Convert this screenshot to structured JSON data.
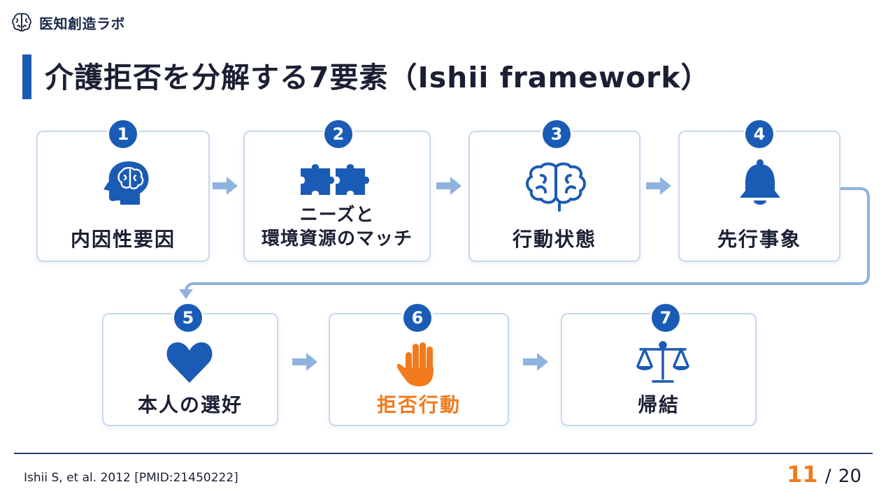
{
  "brand": {
    "name": "医知創造ラボ",
    "icon": "brain-icon"
  },
  "title": "介護拒否を分解する7要素（Ishii framework）",
  "colors": {
    "primary": "#1a5bb5",
    "accent": "#f07a1c",
    "border": "#c7d8ee",
    "arrow": "#8fb3df"
  },
  "steps": [
    {
      "num": "1",
      "label": "内因性要因",
      "icon": "head-brain-icon"
    },
    {
      "num": "2",
      "label_line1": "ニーズと",
      "label_line2": "環境資源のマッチ",
      "icon": "puzzle-icon"
    },
    {
      "num": "3",
      "label": "行動状態",
      "icon": "brain-icon"
    },
    {
      "num": "4",
      "label": "先行事象",
      "icon": "bell-icon"
    },
    {
      "num": "5",
      "label": "本人の選好",
      "icon": "heart-icon"
    },
    {
      "num": "6",
      "label": "拒否行動",
      "icon": "hand-icon"
    },
    {
      "num": "7",
      "label": "帰結",
      "icon": "scales-icon"
    }
  ],
  "footer": {
    "citation": "Ishii S, et al. 2012 [PMID:21450222]",
    "page_current": "11",
    "page_separator": "/",
    "page_total": "20"
  }
}
